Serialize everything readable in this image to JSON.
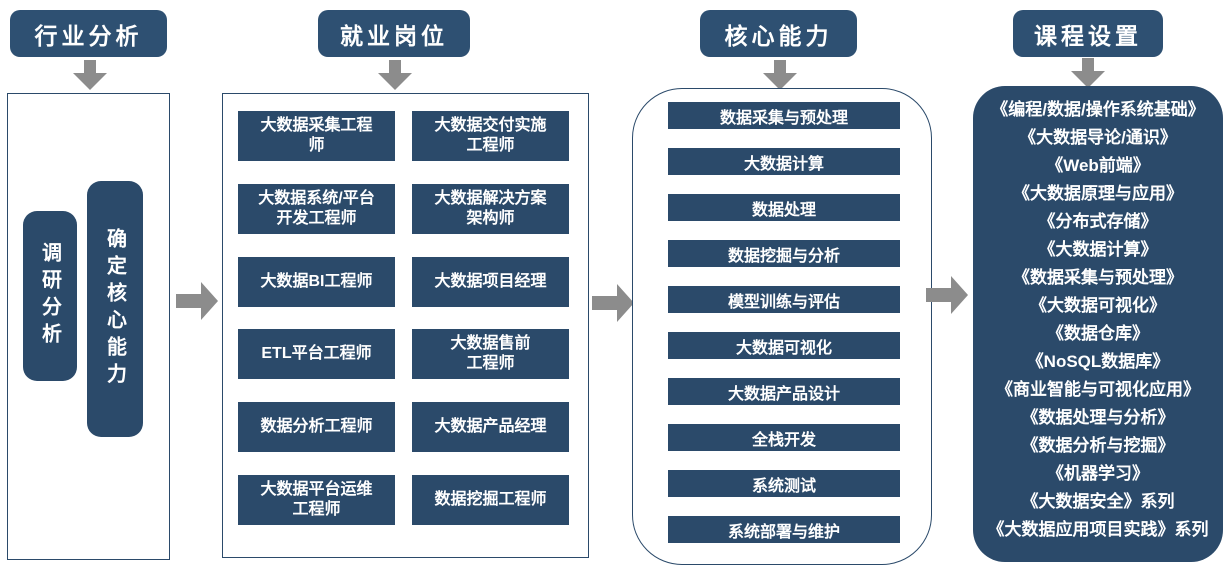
{
  "palette": {
    "header_bg": "#2e5072",
    "item_bg": "#2b4a6a",
    "box_border": "#2b4a6a",
    "arrow": "#8c8c8c",
    "text_on_dark": "#ffffff"
  },
  "stages": {
    "industry": {
      "header": "行业分析",
      "pills": [
        "调研分析",
        "确定核心能力"
      ]
    },
    "jobs": {
      "header": "就业岗位",
      "left": [
        "大数据采集工程\n师",
        "大数据系统/平台\n开发工程师",
        "大数据BI工程师",
        "ETL平台工程师",
        "数据分析工程师",
        "大数据平台运维\n工程师"
      ],
      "right": [
        "大数据交付实施\n工程师",
        "大数据解决方案\n架构师",
        "大数据项目经理",
        "大数据售前\n工程师",
        "大数据产品经理",
        "数据挖掘工程师"
      ]
    },
    "abilities": {
      "header": "核心能力",
      "items": [
        "数据采集与预处理",
        "大数据计算",
        "数据处理",
        "数据挖掘与分析",
        "模型训练与评估",
        "大数据可视化",
        "大数据产品设计",
        "全栈开发",
        "系统测试",
        "系统部署与维护"
      ]
    },
    "courses": {
      "header": "课程设置",
      "items": [
        "《编程/数据/操作系统基础》",
        "《大数据导论/通识》",
        "《Web前端》",
        "《大数据原理与应用》",
        "《分布式存储》",
        "《大数据计算》",
        "《数据采集与预处理》",
        "《大数据可视化》",
        "《数据仓库》",
        "《NoSQL数据库》",
        "《商业智能与可视化应用》",
        "《数据处理与分析》",
        "《数据分析与挖掘》",
        "《机器学习》",
        "《大数据安全》系列",
        "《大数据应用项目实践》系列"
      ]
    }
  }
}
